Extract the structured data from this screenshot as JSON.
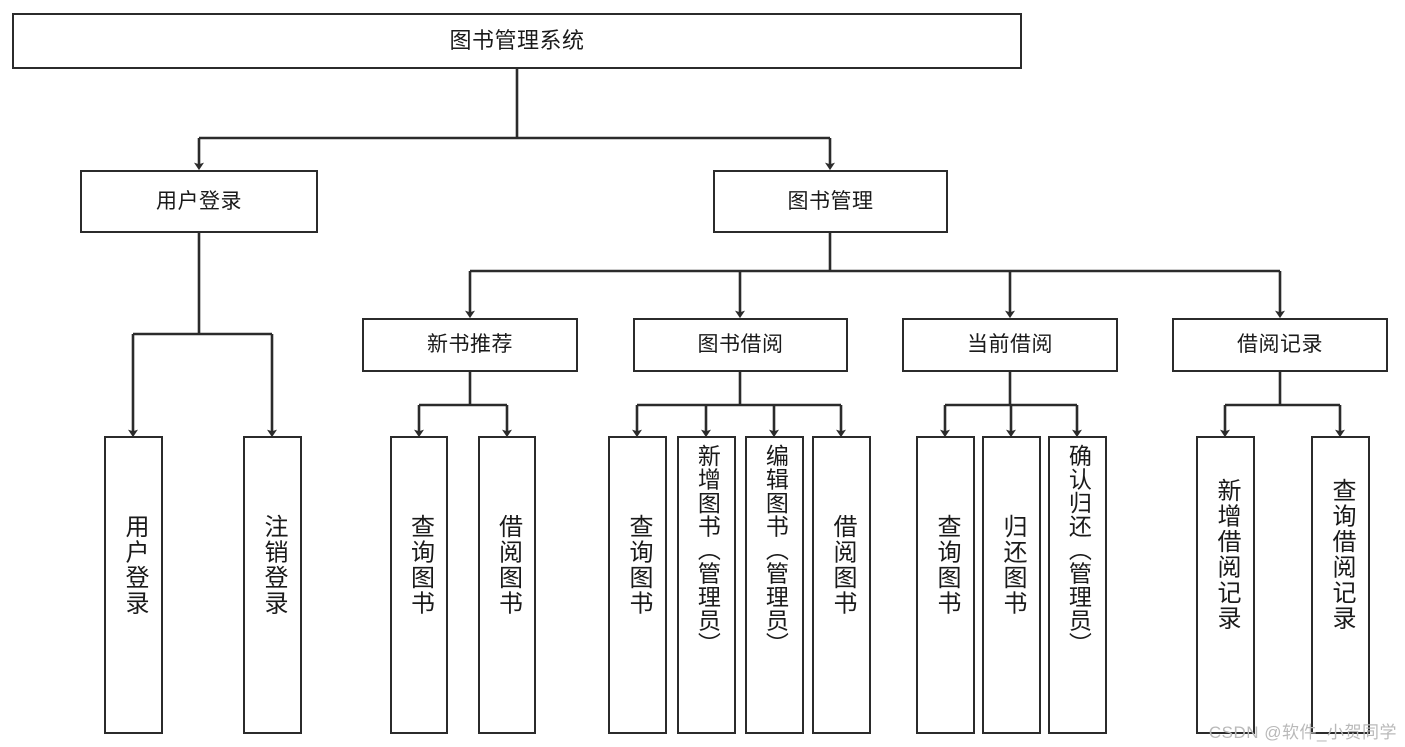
{
  "diagram": {
    "title": "图书管理系统",
    "type": "hierarchy-tree",
    "colors": {
      "box_stroke": "#2b2b2b",
      "box_fill": "#ffffff",
      "connector": "#2b2b2b",
      "text": "#1a1a1a",
      "watermark": "#b9b9b9",
      "background": "#ffffff"
    },
    "watermark": "CSDN @软件_小贺同学",
    "levels": {
      "root": {
        "label": "图书管理系统"
      },
      "level1": [
        {
          "label": "用户登录"
        },
        {
          "label": "图书管理"
        }
      ],
      "level2": [
        {
          "label": "新书推荐"
        },
        {
          "label": "图书借阅"
        },
        {
          "label": "当前借阅"
        },
        {
          "label": "借阅记录"
        }
      ],
      "leaves_user_login": [
        {
          "label": "用户登录"
        },
        {
          "label": "注销登录"
        }
      ],
      "leaves_new_book": [
        {
          "label": "查询图书"
        },
        {
          "label": "借阅图书"
        }
      ],
      "leaves_borrow": [
        {
          "label": "查询图书"
        },
        {
          "label": "新增图书（管理员）"
        },
        {
          "label": "编辑图书（管理员）"
        },
        {
          "label": "借阅图书"
        }
      ],
      "leaves_current": [
        {
          "label": "查询图书"
        },
        {
          "label": "归还图书"
        },
        {
          "label": "确认归还（管理员）"
        }
      ],
      "leaves_record": [
        {
          "label": "新增借阅记录"
        },
        {
          "label": "查询借阅记录"
        }
      ]
    }
  }
}
